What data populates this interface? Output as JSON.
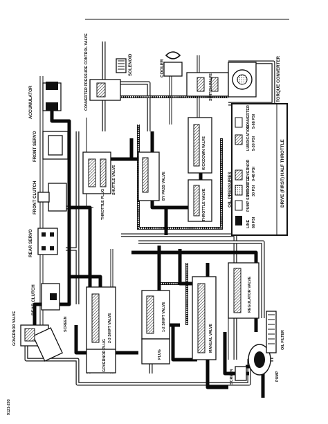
{
  "figure_id": "9121-203",
  "labels": {
    "accumulator": "ACCUMULATOR",
    "converter_pressure_control_valve": "CONVERTER PRESSURE CONTROL VALVE",
    "solenoid": "SOLENOID",
    "cooler": "COOLER",
    "switch_valve": "SWITCH VALVE",
    "torque_converter": "TORQUE CONVERTER",
    "front_servo": "FRONT SERVO",
    "front_clutch": "FRONT CLUTCH",
    "rear_servo": "REAR SERVO",
    "rear_clutch": "REAR CLUTCH",
    "governor_valve": "GOVERNOR VALVE",
    "screen_governor": "SCREEN",
    "shuttle_valve": "SHUTTLE VALVE",
    "throttle_plug": "THROTTLE PLUG",
    "by_pass_valve": "BY PASS VALVE",
    "kickdown_valve": "KICKDOWN VALVE",
    "throttle_valve": "THROTTLE VALVE",
    "shift_2_3_valve": "2-3 SHIFT VALVE",
    "shift_1_2_valve": "1-2 SHIFT VALVE",
    "governor_plug": "GOVERNOR PLUG",
    "plug": "PLUG",
    "manual_valve": "MANUAL VALVE",
    "regulator_valve": "REGULATOR VALVE",
    "screen_pump": "SCREEN",
    "pump": "PUMP",
    "oil_filter": "OIL FILTER"
  },
  "legend": {
    "title": "OIL PRESSURES",
    "entries": [
      {
        "name": "LINE",
        "value": "68 PSI"
      },
      {
        "name": "PUMP SUCTION",
        "value": ""
      },
      {
        "name": "THROTTLE",
        "value": "30 PSI"
      },
      {
        "name": "GOVERNOR",
        "value": "0-48 PSI"
      },
      {
        "name": "CONVERTER",
        "value": "5-68 PSI"
      },
      {
        "name": "LUBRICATION",
        "value": "5-30 PSI"
      }
    ],
    "caption": "DRIVE (FIRST) HALF THROTTLE"
  }
}
